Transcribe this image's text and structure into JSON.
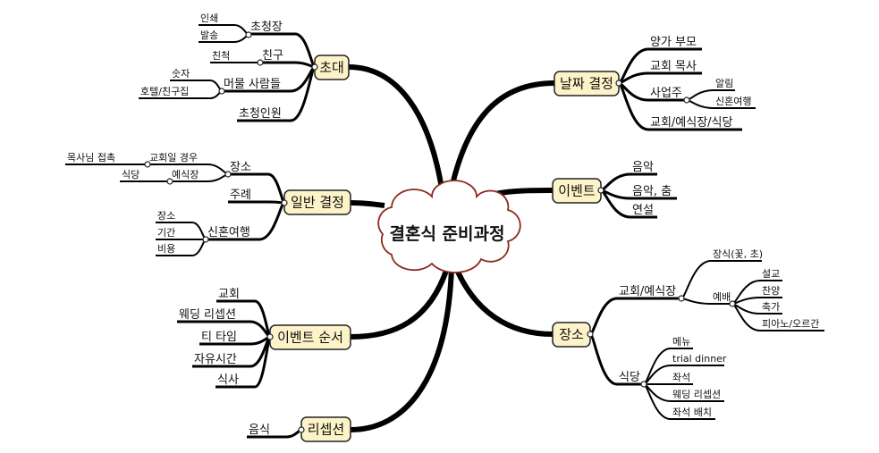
{
  "title": "결혼식 준비과정",
  "branches": {
    "invite": {
      "label": "초대",
      "children": [
        {
          "label": "초청장",
          "children": [
            "인쇄",
            "발송"
          ]
        },
        {
          "label": "친구",
          "children": [
            "친척"
          ]
        },
        {
          "label": "머물 사람들",
          "children": [
            "숫자",
            "호텔/친구집"
          ]
        },
        {
          "label": "초청인원"
        }
      ]
    },
    "general": {
      "label": "일반 결정",
      "children": [
        {
          "label": "장소",
          "children": [
            {
              "label": "교회일 경우",
              "children": [
                "목사님 접촉"
              ]
            },
            {
              "label": "예식장",
              "children": [
                "식당"
              ]
            }
          ]
        },
        {
          "label": "주례"
        },
        {
          "label": "신혼여행",
          "children": [
            "장소",
            "기간",
            "비용"
          ]
        }
      ]
    },
    "order": {
      "label": "이벤트 순서",
      "children": [
        "교회",
        "웨딩 리셉션",
        "티 타임",
        "자유시간",
        "식사"
      ]
    },
    "reception": {
      "label": "리셉션",
      "children": [
        "음식"
      ]
    },
    "date": {
      "label": "날짜 결정",
      "children": [
        {
          "label": "양가 부모"
        },
        {
          "label": "교회 목사"
        },
        {
          "label": "사업주",
          "children": [
            "알림",
            "신혼여행"
          ]
        },
        {
          "label": "교회/예식장/식당"
        }
      ]
    },
    "event": {
      "label": "이벤트",
      "children": [
        "음악",
        "음악, 춤",
        "연설"
      ]
    },
    "venue": {
      "label": "장소",
      "children": [
        {
          "label": "교회/예식장",
          "children": [
            {
              "label": "장식(꽃, 초)"
            },
            {
              "label": "예배",
              "children": [
                "설교",
                "찬양",
                "축가",
                "피아노/오르간"
              ]
            }
          ]
        },
        {
          "label": "식당",
          "children": [
            "메뉴",
            "trial dinner",
            "좌석",
            "웨딩 리셉션",
            "좌석 배치"
          ]
        }
      ]
    }
  },
  "colors": {
    "node_fill": "#fdf3c8",
    "cloud_stroke": "#8b2a1e",
    "line": "#000000"
  }
}
